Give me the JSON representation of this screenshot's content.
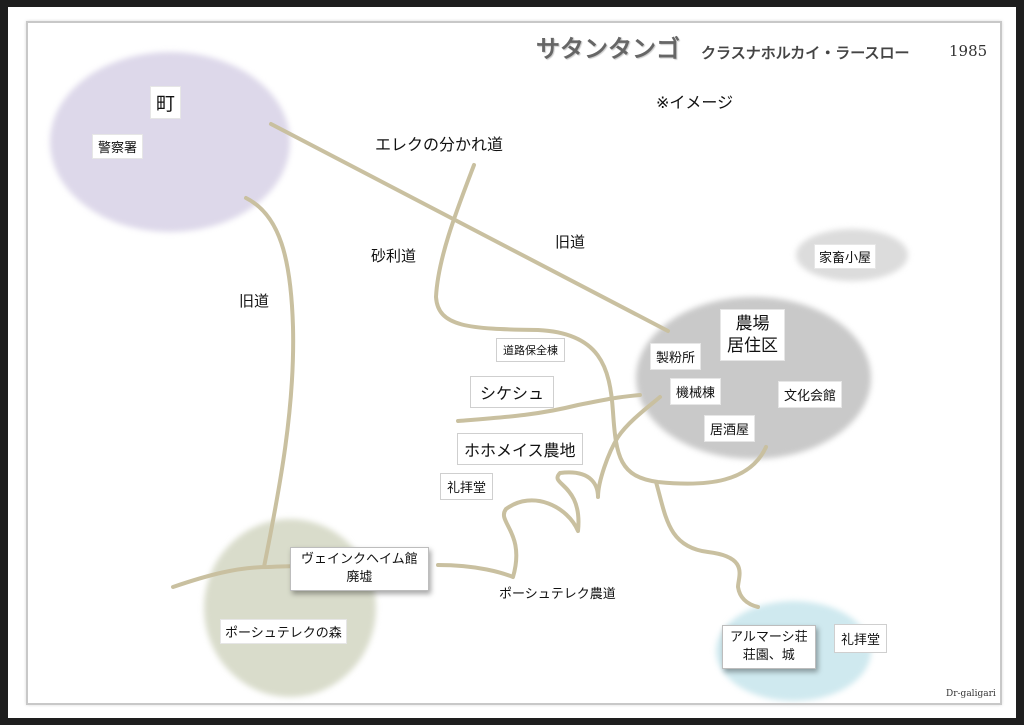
{
  "header": {
    "title": "サタンタンゴ",
    "subtitle": "クラスナホルカイ・ラースロー",
    "year": "1985",
    "note": "※イメージ"
  },
  "credit": "Dr-galigari",
  "colors": {
    "road": "#c9c0a0",
    "town_area": "#ddd8ea",
    "farm_area": "#c9c9c9",
    "forest_area": "#d9dccb",
    "almasi_area": "#cfe9ef",
    "background": "#ffffff",
    "outer_border": "#1e1e1e"
  },
  "areas": {
    "town": {
      "name": "町",
      "places": [
        "警察署"
      ]
    },
    "farm": {
      "name_line1": "農場",
      "name_line2": "居住区",
      "places": [
        "製粉所",
        "機械棟",
        "文化会館",
        "居酒屋"
      ]
    },
    "barn": {
      "name": "家畜小屋"
    },
    "forest": {
      "name": "ポーシュテレクの森"
    },
    "almasi": {
      "name_line1": "アルマーシ荘",
      "name_line2": "荘園、城"
    }
  },
  "places": {
    "road_maintenance": "道路保全棟",
    "shikeshu": "シケシュ",
    "hohomeis": "ホホメイス農地",
    "chapel_center": "礼拝堂",
    "chapel_right": "礼拝堂",
    "wenckheim_line1": "ヴェインクヘイム館",
    "wenckheim_line2": "廃墟"
  },
  "roads": {
    "elek_fork": "エレクの分かれ道",
    "old_road_upper": "旧道",
    "old_road_left": "旧道",
    "gravel_road": "砂利道",
    "poshtelek_farm_road": "ポーシュテレク農道"
  }
}
